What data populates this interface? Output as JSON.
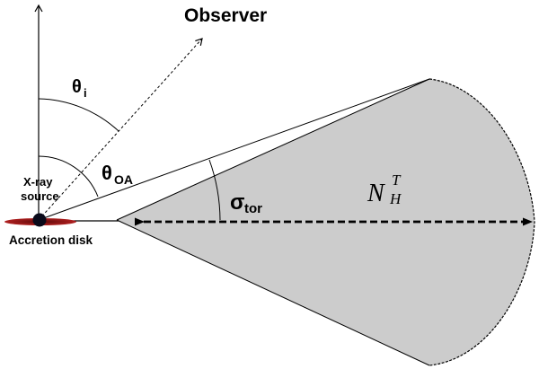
{
  "diagram": {
    "labels": {
      "observer": "Observer",
      "theta": "θ",
      "theta_i_sub": "i",
      "theta_oa_sub": "OA",
      "sigma": "σ",
      "sigma_sub": "tor",
      "nh_main": "N",
      "nh_sub": "H",
      "nh_sup": "T",
      "xray_line1": "X-ray",
      "xray_line2": "source",
      "disk": "Accretion disk"
    },
    "colors": {
      "torus_fill": "#cccccc",
      "disk": "#a01818",
      "source": "#0a0a1a",
      "line": "#000000"
    }
  }
}
